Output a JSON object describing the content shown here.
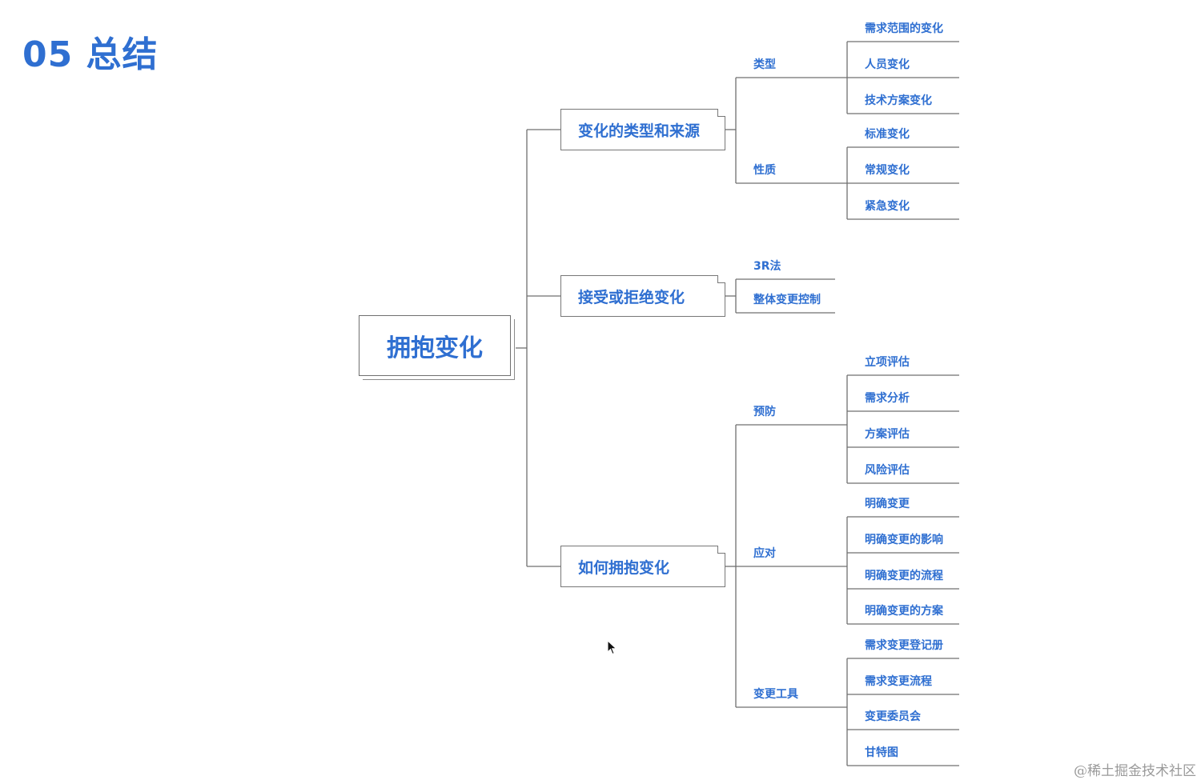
{
  "slide": {
    "title": "05 总结",
    "watermark": "@稀土掘金技术社区"
  },
  "mindmap": {
    "root": "拥抱变化",
    "branches": [
      {
        "label": "变化的类型和来源",
        "groups": [
          {
            "label": "类型",
            "items": [
              "需求范围的变化",
              "人员变化",
              "技术方案变化"
            ]
          },
          {
            "label": "性质",
            "items": [
              "标准变化",
              "常规变化",
              "紧急变化"
            ]
          }
        ]
      },
      {
        "label": "接受或拒绝变化",
        "groups": [
          {
            "label": "3R法",
            "items": []
          },
          {
            "label": "整体变更控制",
            "items": []
          }
        ]
      },
      {
        "label": "如何拥抱变化",
        "groups": [
          {
            "label": "预防",
            "items": [
              "立项评估",
              "需求分析",
              "方案评估",
              "风险评估"
            ]
          },
          {
            "label": "应对",
            "items": [
              "明确变更",
              "明确变更的影响",
              "明确变更的流程",
              "明确变更的方案"
            ]
          },
          {
            "label": "变更工具",
            "items": [
              "需求变更登记册",
              "需求变更流程",
              "变更委员会",
              "甘特图"
            ]
          }
        ]
      }
    ]
  },
  "colors": {
    "accent": "#2f6fd1",
    "line": "#6f6f6f"
  }
}
